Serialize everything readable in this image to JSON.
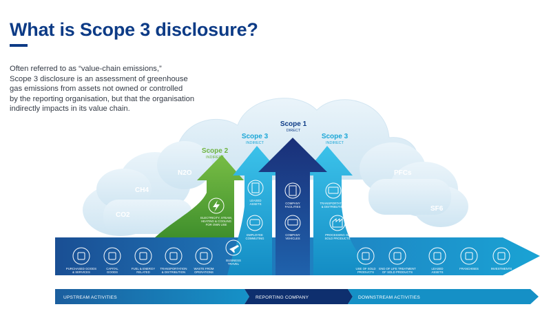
{
  "title": "What is Scope 3 disclosure?",
  "intro": [
    "Often referred to as “value-chain emissions,”",
    "Scope 3 disclosure is an assessment of greenhouse",
    "gas emissions from assets not owned or controlled",
    "by the reporting organisation, but that the organisation",
    "indirectly impacts in its value chain."
  ],
  "gases": {
    "co2": "CO2",
    "ch4": "CH4",
    "n2o": "N2O",
    "pfcs": "PFCs",
    "sf6": "SF6"
  },
  "scopes": {
    "scope1": {
      "title": "Scope 1",
      "sub": "DIRECT"
    },
    "scope2": {
      "title": "Scope 2",
      "sub": "INDIRECT"
    },
    "scope3_left": {
      "title": "Scope 3",
      "sub": "INDIRECT"
    },
    "scope3_right": {
      "title": "Scope 3",
      "sub": "INDIRECT"
    }
  },
  "arrow_items": {
    "scope2": [
      "ELECTRICITY, STEAM,",
      "HEATING & COOLING",
      "FOR OWN USE"
    ],
    "leased": [
      "LEASED",
      "ASSETS"
    ],
    "commuting": [
      "EMPLOYEE",
      "COMMUTING"
    ],
    "travel": [
      "BUSINESS",
      "TRAVEL"
    ],
    "facilities": [
      "COMPANY",
      "FACILITIES"
    ],
    "vehicles": [
      "COMPANY",
      "VEHICLES"
    ],
    "transport_down": [
      "TRANSPORTATION",
      "& DISTRIBUTION"
    ],
    "processing": [
      "PROCESSING OF",
      "SOLD PRODUCTS"
    ]
  },
  "bottom_items": [
    {
      "icon": "shopping-cart-icon",
      "lines": [
        "PURCHASED GOODS",
        "& SERVICES"
      ]
    },
    {
      "icon": "truck-icon",
      "lines": [
        "CAPITAL",
        "GOODS"
      ]
    },
    {
      "icon": "fuel-pump-icon",
      "lines": [
        "FUEL & ENERGY",
        "RELATED"
      ]
    },
    {
      "icon": "delivery-van-icon",
      "lines": [
        "TRANSPORTATION",
        "& DISTRIBUTION"
      ]
    },
    {
      "icon": "trash-bin-icon",
      "lines": [
        "WASTE FROM",
        "OPERATIONS"
      ]
    },
    {
      "icon": "product-use-icon",
      "lines": [
        "USE OF SOLD",
        "PRODUCTS"
      ]
    },
    {
      "icon": "recycle-icon",
      "lines": [
        "END OF LIFE TREATMENT",
        "OF SOLD PRODUCTS"
      ]
    },
    {
      "icon": "building-icon",
      "lines": [
        "LEASED",
        "ASSETS"
      ]
    },
    {
      "icon": "shopping-bag-icon",
      "lines": [
        "FRANCHISES"
      ]
    },
    {
      "icon": "money-bag-icon",
      "lines": [
        "INVESTMENTS"
      ]
    }
  ],
  "bar": {
    "upstream": "UPSTREAM ACTIVITIES",
    "reporting": "REPORTING COMPANY",
    "downstream": "DOWNSTREAM ACTIVITIES"
  },
  "colors": {
    "navy": "#0d3b86",
    "scope2_green": "#6db33f",
    "scope3_teal": "#1aa6d6",
    "scope1_navy": "#1c3f8a",
    "cloud": "#dcecf6"
  }
}
